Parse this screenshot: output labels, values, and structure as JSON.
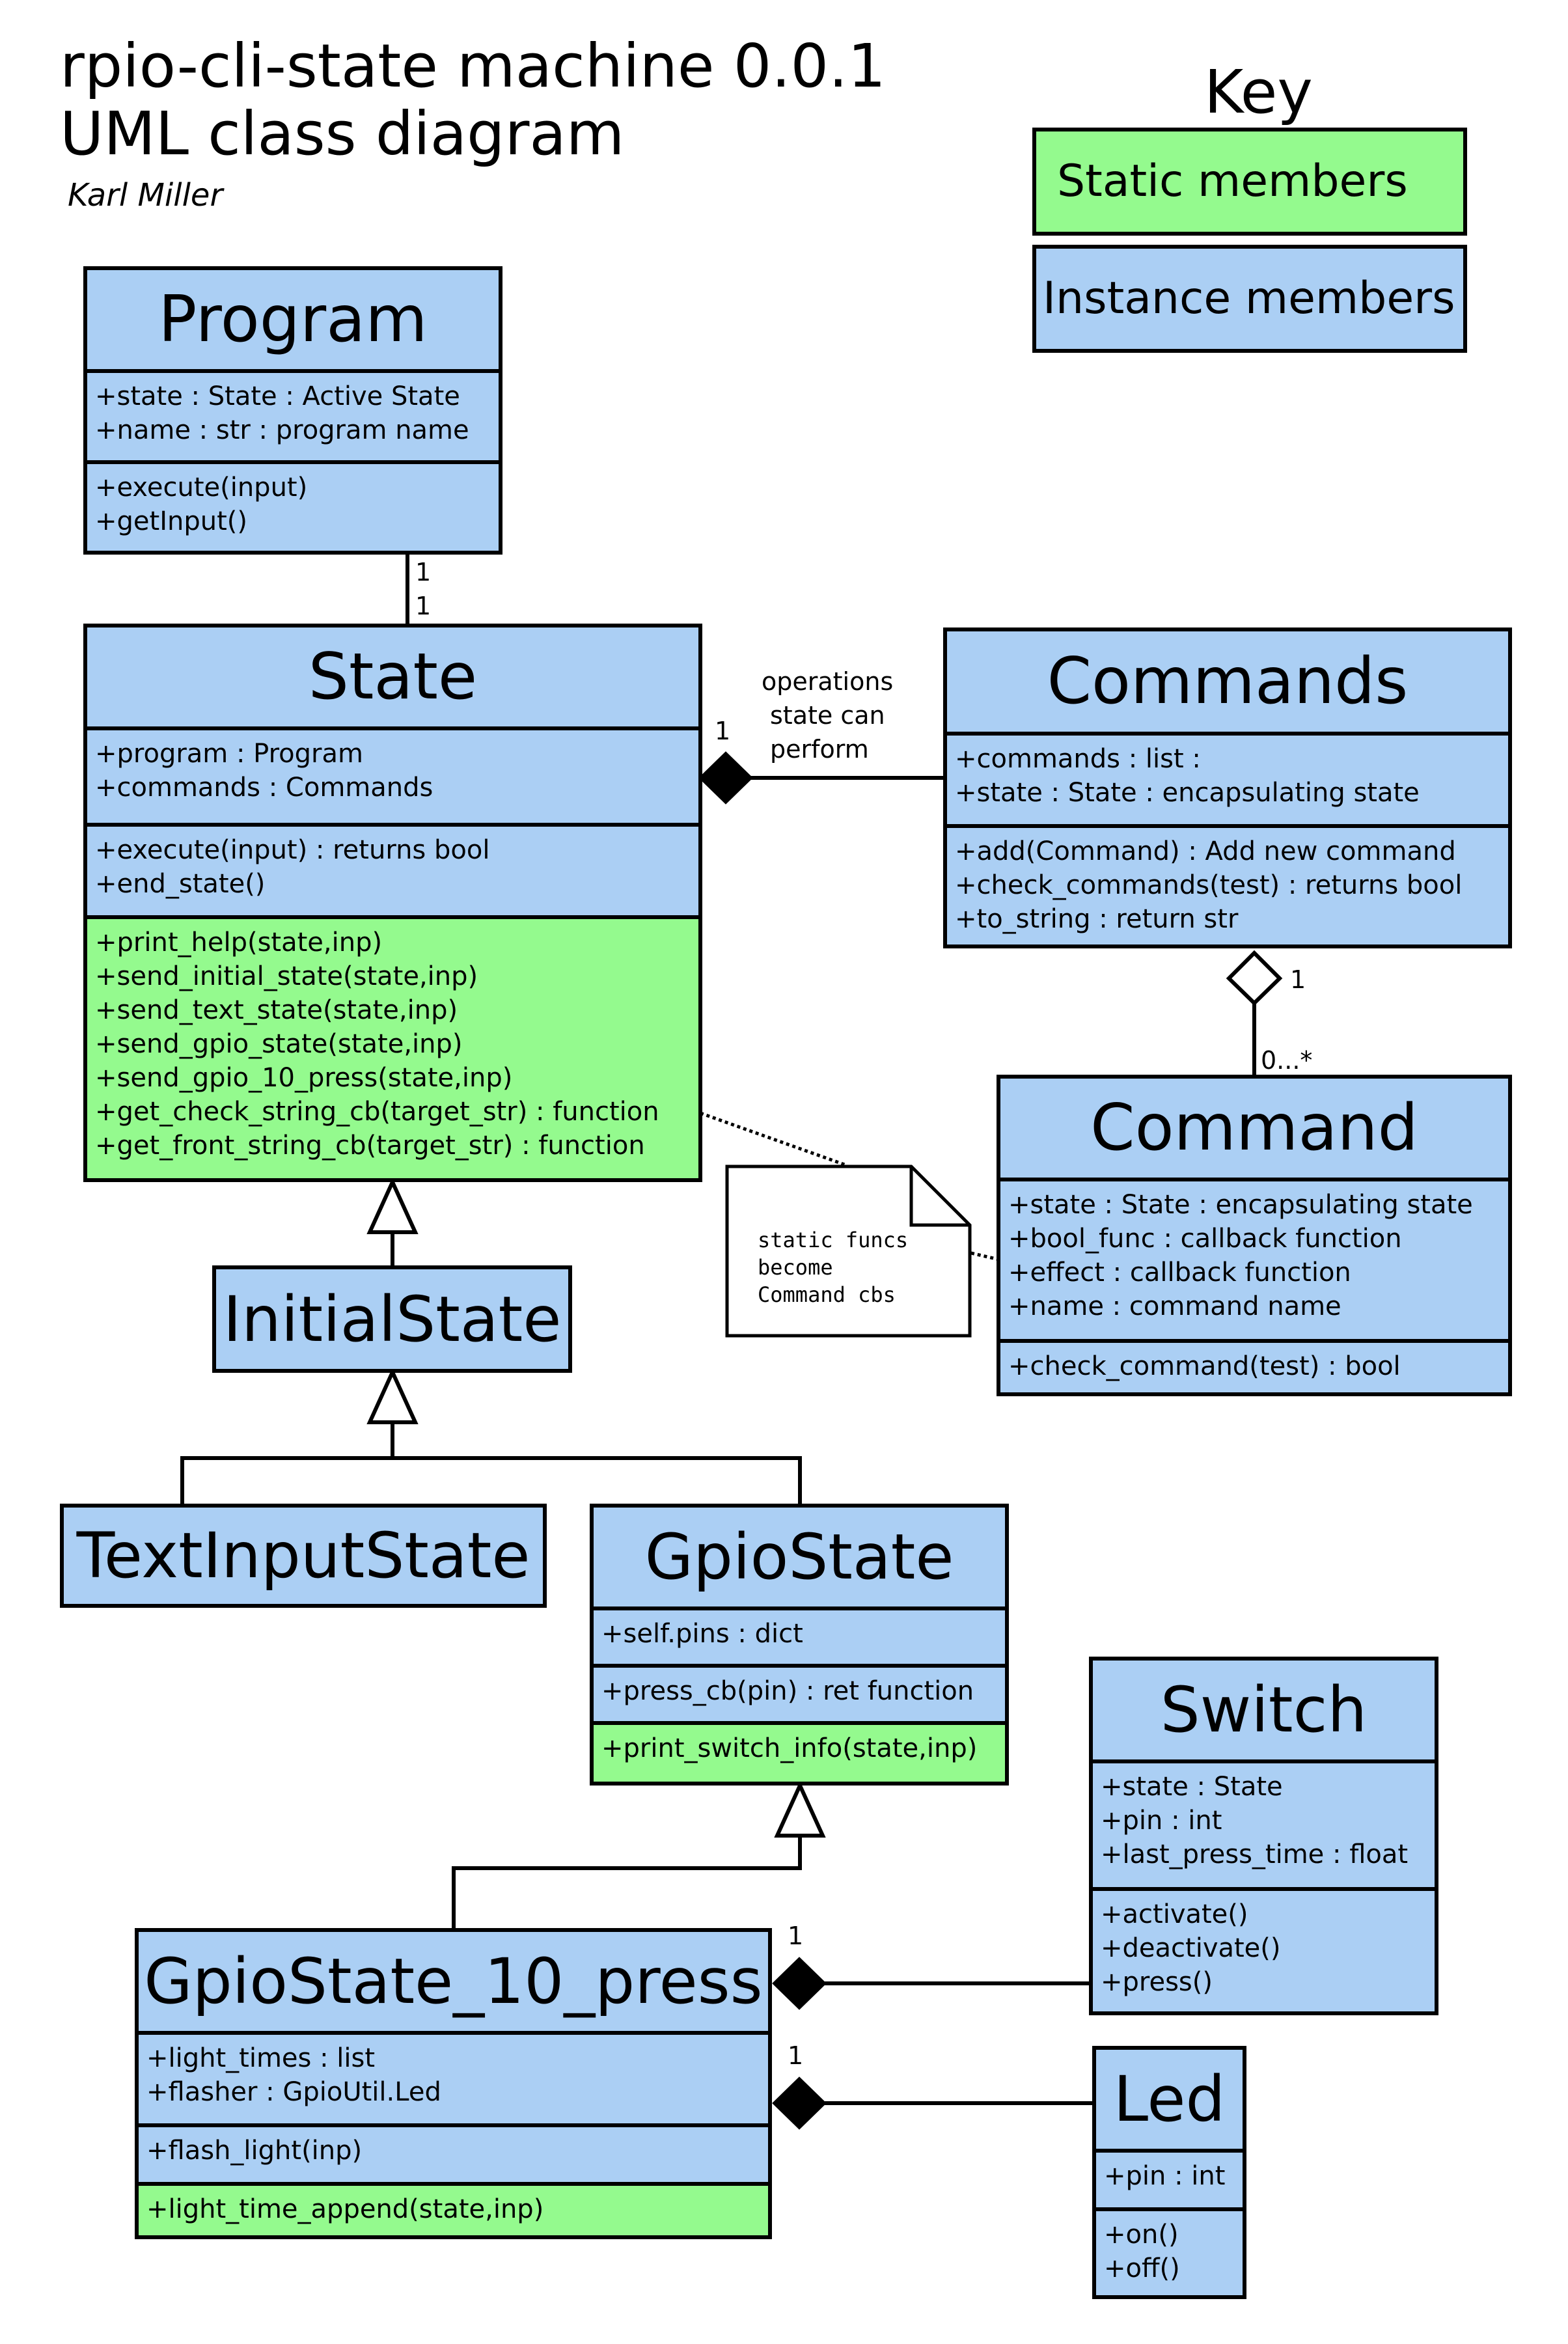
{
  "title": {
    "line1": "rpio-cli-state machine 0.0.1",
    "line2": "UML class diagram",
    "author": "Karl Miller"
  },
  "key": {
    "title": "Key",
    "static_label": "Static members",
    "instance_label": "Instance members"
  },
  "colors": {
    "instance": "#abcff4",
    "static": "#94fa8e"
  },
  "classes": {
    "program": {
      "name": "Program",
      "attributes": [
        "+state : State : Active State",
        "+name : str : program name"
      ],
      "methods": [
        "+execute(input)",
        "+getInput()"
      ]
    },
    "state": {
      "name": "State",
      "attributes": [
        "+program : Program",
        "+commands : Commands"
      ],
      "methods": [
        "+execute(input) : returns bool",
        "+end_state()"
      ],
      "static_methods": [
        "+print_help(state,inp)",
        "+send_initial_state(state,inp)",
        "+send_text_state(state,inp)",
        "+send_gpio_state(state,inp)",
        "+send_gpio_10_press(state,inp)",
        "+get_check_string_cb(target_str) : function",
        "+get_front_string_cb(target_str) : function"
      ]
    },
    "commands": {
      "name": "Commands",
      "attributes": [
        "+commands : list :",
        "+state : State : encapsulating state"
      ],
      "methods": [
        "+add(Command) : Add new command",
        "+check_commands(test) : returns bool",
        "+to_string : return str"
      ]
    },
    "command": {
      "name": "Command",
      "attributes": [
        "+state : State : encapsulating state",
        "+bool_func : callback function",
        "+effect : callback function",
        "+name : command name"
      ],
      "methods": [
        "+check_command(test) : bool"
      ]
    },
    "initial_state": {
      "name": "InitialState"
    },
    "text_input_state": {
      "name": "TextInputState"
    },
    "gpio_state": {
      "name": "GpioState",
      "attributes": [
        "+self.pins : dict"
      ],
      "methods": [
        "+press_cb(pin) : ret function"
      ],
      "static_methods": [
        "+print_switch_info(state,inp)"
      ]
    },
    "switch": {
      "name": "Switch",
      "attributes": [
        "+state : State",
        "+pin : int",
        "+last_press_time : float"
      ],
      "methods": [
        "+activate()",
        "+deactivate()",
        "+press()"
      ]
    },
    "gpio_state_10_press": {
      "name": "GpioState_10_press",
      "attributes": [
        "+light_times : list",
        "+flasher : GpioUtil.Led"
      ],
      "methods": [
        "+flash_light(inp)"
      ],
      "static_methods": [
        "+light_time_append(state,inp)"
      ]
    },
    "led": {
      "name": "Led",
      "attributes": [
        "+pin : int"
      ],
      "methods": [
        "+on()",
        "+off()"
      ]
    }
  },
  "relations": {
    "program_state": {
      "mult_a": "1",
      "mult_b": "1"
    },
    "state_commands": {
      "label": [
        "operations",
        "state can",
        "perform"
      ],
      "mult": "1"
    },
    "commands_command": {
      "mult_a": "1",
      "mult_b": "0...*"
    },
    "gpio10_switch": {
      "mult": "1"
    },
    "gpio10_led": {
      "mult": "1"
    }
  },
  "note": {
    "text": "static funcs\nbecome\nCommand cbs"
  }
}
